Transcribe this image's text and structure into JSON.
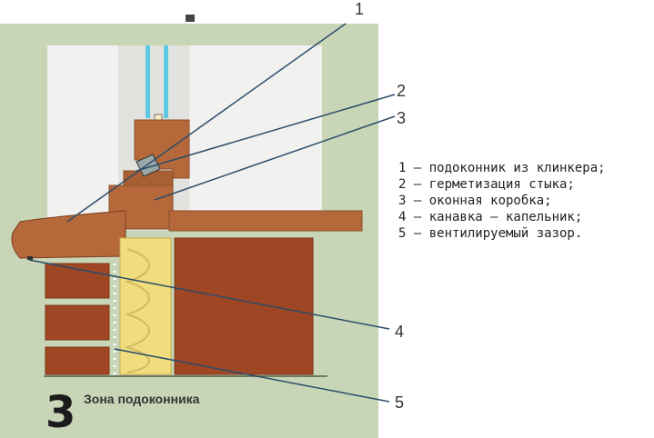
{
  "callouts": [
    "1",
    "2",
    "3",
    "4",
    "5"
  ],
  "caption": {
    "number": "3",
    "text": "Зона подоконника"
  },
  "legend": [
    "1 – подоконник из клинкера;",
    "2 – герметизация стыка;",
    "3 – оконная коробка;",
    "4 – канавка – капельник;",
    "5 – вентилируемый зазор."
  ],
  "colors": {
    "panel_background": "#c8d5b7",
    "wall_plaster": "#f1f1ef",
    "wood": "#b5683a",
    "brick": "#9f4624",
    "insulation": "#f1dd7d",
    "glass": "#5ec8e0",
    "leader_line": "#2b4d6b"
  }
}
